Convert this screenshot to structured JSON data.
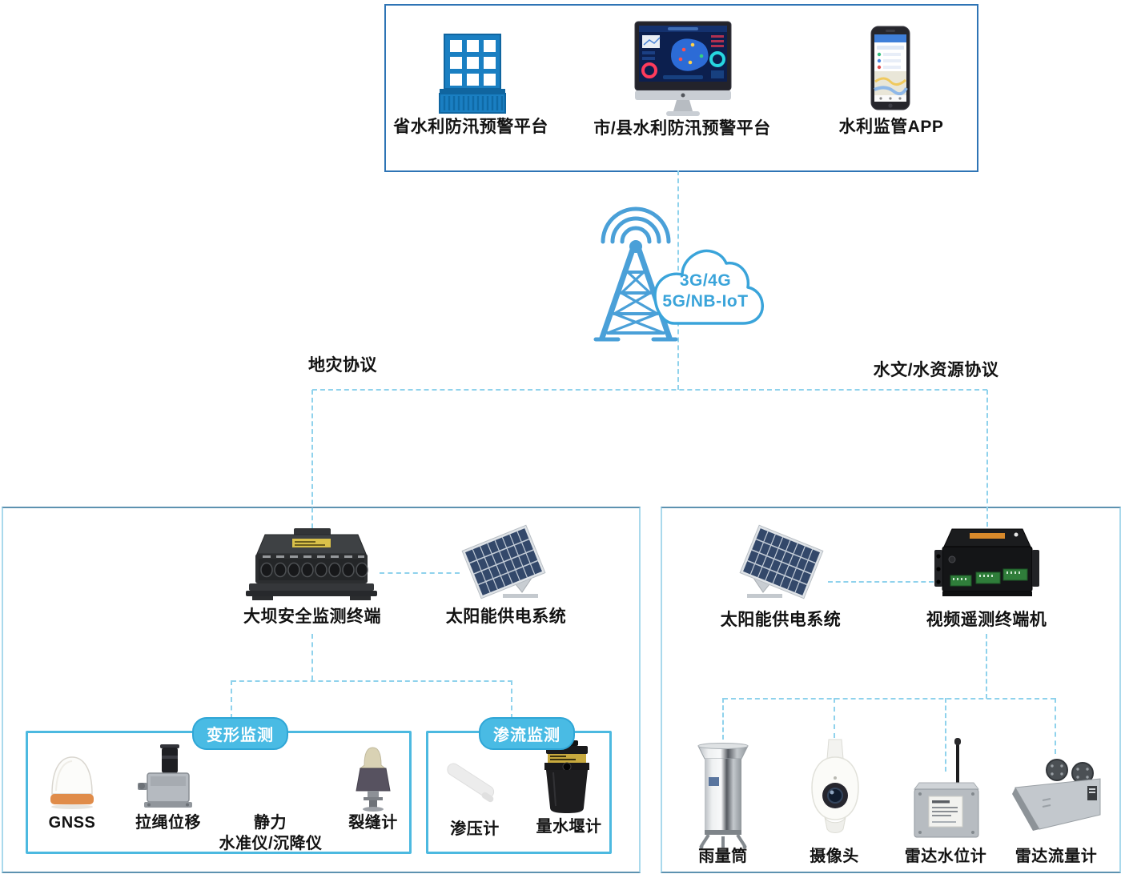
{
  "platforms": {
    "items": [
      {
        "label": "省水利防汛预警平台",
        "icon": "building"
      },
      {
        "label": "市/县水利防汛预警平台",
        "icon": "monitor-dashboard"
      },
      {
        "label": "水利监管APP",
        "icon": "smartphone"
      }
    ]
  },
  "network": {
    "cloud": {
      "line1": "3G/4G",
      "line2": "5G/NB-IoT"
    }
  },
  "protocols": {
    "left": "地灾协议",
    "right": "水文/水资源协议"
  },
  "dam_station": {
    "terminal_label": "大坝安全监测终端",
    "solar_label": "太阳能供电系统",
    "deformation": {
      "title": "变形监测",
      "gnss": "GNSS",
      "pull_wire": "拉绳位移",
      "static_level_line1": "静力",
      "static_level_line2": "水准仪/沉降仪",
      "crack_meter": "裂缝计"
    },
    "seepage": {
      "title": "渗流监测",
      "piezometer": "渗压计",
      "weir_meter": "量水堰计"
    }
  },
  "hydro_station": {
    "solar_label": "太阳能供电系统",
    "terminal_label": "视频遥测终端机",
    "sensors": {
      "rain_gauge": "雨量筒",
      "camera": "摄像头",
      "radar_level": "雷达水位计",
      "radar_flow": "雷达流量计"
    }
  },
  "colors": {
    "top_box_border": "#2e74b5",
    "station_box_border": "#5d92b0",
    "group_box_border": "#4cb9e0",
    "pill_bg": "#49bbe4",
    "dashed_line": "#8fd2ec",
    "cloud_blue": "#3aa4da",
    "building_blue": "#1a7fc2"
  }
}
